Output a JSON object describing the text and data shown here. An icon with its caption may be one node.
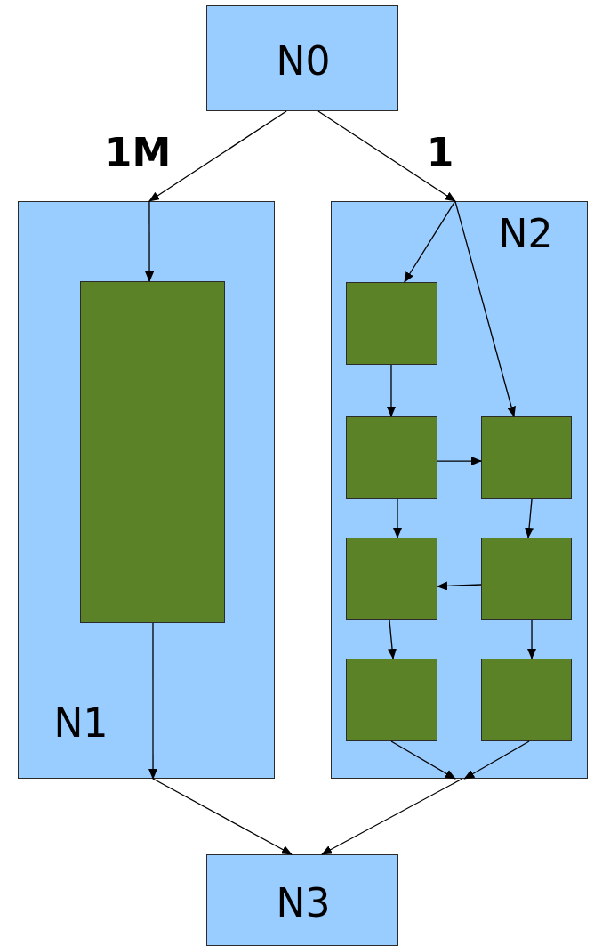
{
  "diagram": {
    "nodes": [
      {
        "text": [
          "N0"
        ]
      },
      {
        "text": [
          "N1"
        ]
      },
      {
        "text": [],
        "shape": "box",
        "in": 1
      },
      {
        "text": [
          "N2"
        ]
      },
      {
        "text": [],
        "shape": "box",
        "in": 3
      },
      {
        "text": [],
        "shape": "box",
        "in": 3
      },
      {
        "text": [],
        "shape": "box",
        "in": 3
      },
      {
        "text": [],
        "shape": "box",
        "in": 3
      },
      {
        "text": [],
        "shape": "box",
        "in": 3
      },
      {
        "text": [],
        "shape": "box",
        "in": 3
      },
      {
        "text": [],
        "shape": "box",
        "in": 3
      },
      {
        "text": [
          "N3"
        ]
      }
    ],
    "edges": [
      {
        "from": 0,
        "to": 1,
        "arrow": "to",
        "label": "1M"
      },
      {
        "from": 0,
        "to": 3,
        "arrow": "to",
        "label": "1"
      },
      {
        "from": 1,
        "to": 2,
        "arrow": "to"
      },
      {
        "from": 2,
        "to": 1,
        "arrow": "to"
      },
      {
        "from": 1,
        "to": 11,
        "arrow": "to"
      },
      {
        "from": 3,
        "to": 4,
        "arrow": "to"
      },
      {
        "from": 3,
        "to": 6,
        "arrow": "to"
      },
      {
        "from": 4,
        "to": 5,
        "arrow": "to"
      },
      {
        "from": 5,
        "to": 6,
        "arrow": "to"
      },
      {
        "from": 5,
        "to": 7,
        "arrow": "to"
      },
      {
        "from": 6,
        "to": 8,
        "arrow": "to"
      },
      {
        "from": 8,
        "to": 7,
        "arrow": "to"
      },
      {
        "from": 7,
        "to": 9,
        "arrow": "to"
      },
      {
        "from": 8,
        "to": 10,
        "arrow": "to"
      },
      {
        "from": 9,
        "to": 3,
        "arrow": "to"
      },
      {
        "from": 10,
        "to": 3,
        "arrow": "to"
      },
      {
        "from": 3,
        "to": 11,
        "arrow": "to"
      }
    ]
  }
}
